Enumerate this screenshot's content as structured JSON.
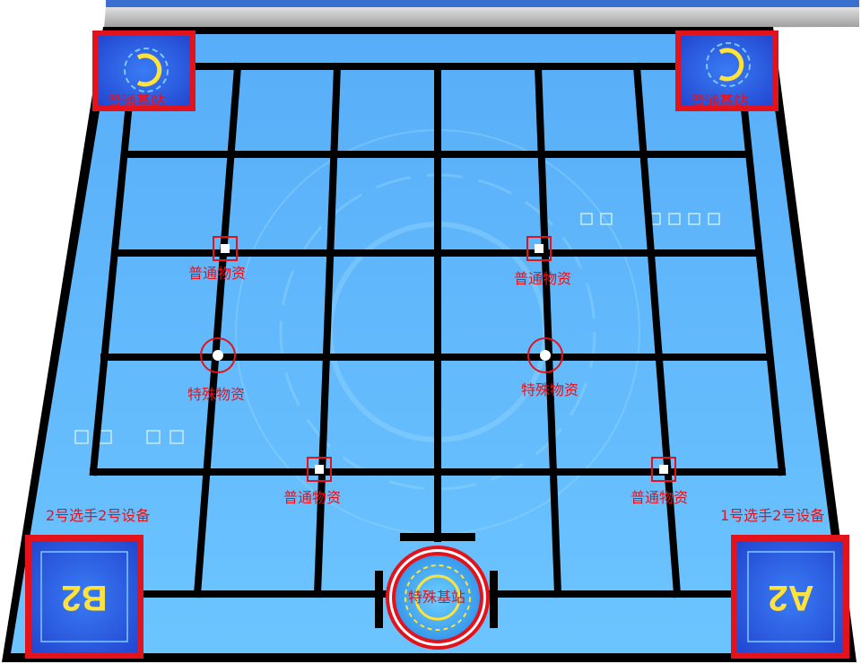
{
  "arena": {
    "colors": {
      "field": "#62b7ff",
      "line": "#000000",
      "marker": "#e4121b",
      "base_card": "#2a57e6",
      "accent": "#ffe23a",
      "rail": "#c8c8c8"
    },
    "corner_bases": {
      "top_left": {
        "label": "普通基站",
        "icon": "crescent-logo-icon"
      },
      "top_right": {
        "label": "普通基站",
        "icon": "crescent-logo-icon"
      }
    },
    "start_zones": {
      "left": {
        "label": "2号选手2号设备",
        "code": "B2"
      },
      "right": {
        "label": "1号选手2号设备",
        "code": "A2"
      }
    },
    "special_base": {
      "label": "特殊基站",
      "icon": "target-ring-icon"
    },
    "normal_supplies": [
      {
        "label": "普通物资"
      },
      {
        "label": "普通物资"
      },
      {
        "label": "普通物资"
      },
      {
        "label": "普通物资"
      }
    ],
    "special_supplies": [
      {
        "label": "特殊物资"
      },
      {
        "label": "特殊物资"
      }
    ]
  }
}
